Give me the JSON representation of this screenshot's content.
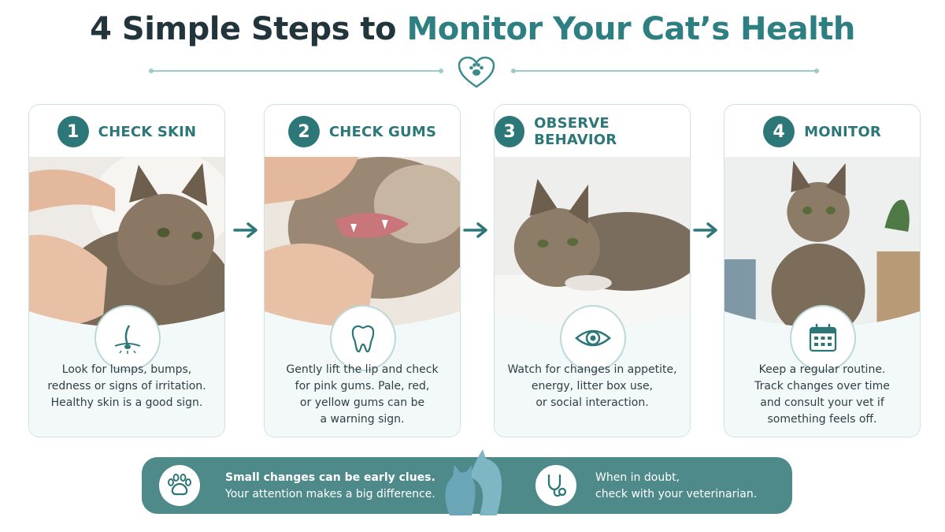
{
  "header": {
    "title_part1": "4 Simple Steps to ",
    "title_part2": "Monitor Your Cat’s Health",
    "emblem_icon": "heart-paw-icon"
  },
  "steps": [
    {
      "number": "1",
      "title": "CHECK SKIN",
      "icon": "hair-follicle-icon",
      "lines": [
        "Look for lumps, bumps,",
        "redness or signs of irritation.",
        "Healthy skin is a good sign."
      ]
    },
    {
      "number": "2",
      "title": "CHECK GUMS",
      "icon": "tooth-icon",
      "lines": [
        "Gently lift the lip and check",
        "for pink gums. Pale, red,",
        "or yellow gums can be",
        "a warning sign."
      ]
    },
    {
      "number": "3",
      "title": "OBSERVE BEHAVIOR",
      "icon": "eye-icon",
      "lines": [
        "Watch for changes in appetite,",
        "energy, litter box use,",
        "or social interaction."
      ]
    },
    {
      "number": "4",
      "title": "MONITOR",
      "icon": "calendar-icon",
      "lines": [
        "Keep a regular routine.",
        "Track changes over time",
        "and consult your vet if",
        "something feels off."
      ]
    }
  ],
  "banner": {
    "left_icon": "paw-icon",
    "left_bold": "Small changes can be early clues.",
    "left_text": "Your attention makes a big difference.",
    "center_icon": "cat-dog-silhouette-icon",
    "right_icon": "stethoscope-icon",
    "right_line1": "When in doubt,",
    "right_line2": "check with your veterinarian."
  },
  "colors": {
    "accent": "#2e7779",
    "title_dark": "#22343c",
    "banner": "#4f8a8b",
    "card_border": "#cfe2e2"
  }
}
